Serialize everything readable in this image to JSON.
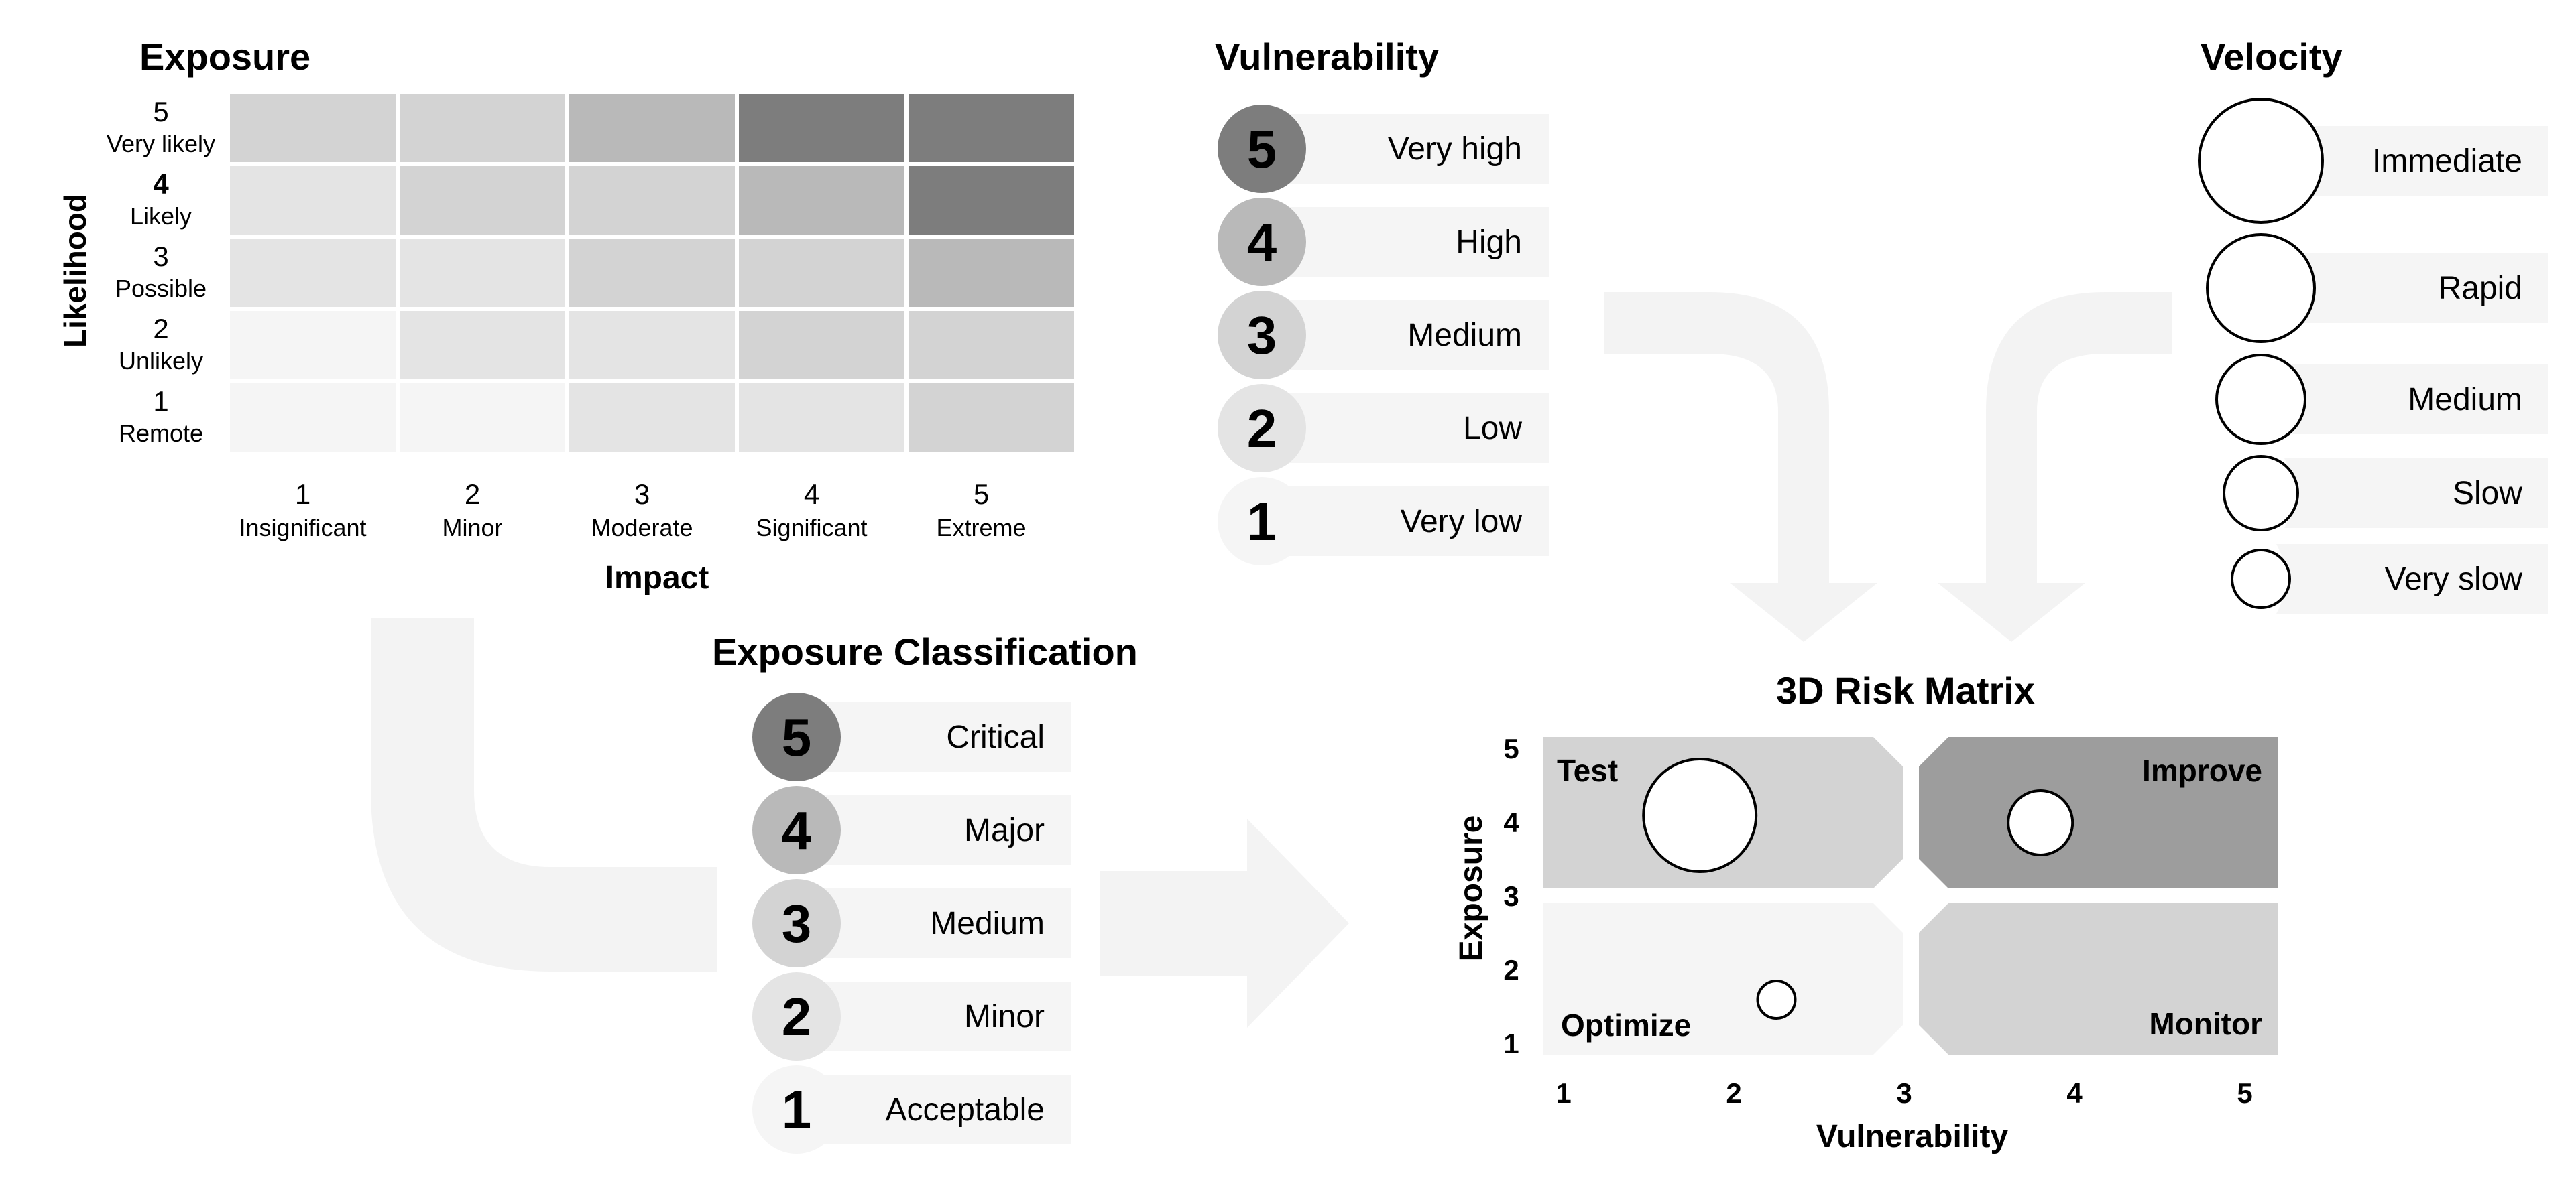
{
  "exposure": {
    "title": "Exposure",
    "ylabel": "Likelihood",
    "xlabel": "Impact",
    "rows": [
      {
        "num": "5",
        "label": "Very likely"
      },
      {
        "num": "4",
        "label": "Likely"
      },
      {
        "num": "3",
        "label": "Possible"
      },
      {
        "num": "2",
        "label": "Unlikely"
      },
      {
        "num": "1",
        "label": "Remote"
      }
    ],
    "cols": [
      {
        "num": "1",
        "label": "Insignificant"
      },
      {
        "num": "2",
        "label": "Minor"
      },
      {
        "num": "3",
        "label": "Moderate"
      },
      {
        "num": "4",
        "label": "Significant"
      },
      {
        "num": "5",
        "label": "Extreme"
      }
    ],
    "cells": [
      [
        2,
        2,
        3,
        5,
        5
      ],
      [
        1,
        2,
        2,
        3,
        5
      ],
      [
        1,
        1,
        2,
        2,
        3
      ],
      [
        0,
        1,
        1,
        2,
        2
      ],
      [
        0,
        0,
        1,
        1,
        2
      ]
    ],
    "shades": [
      "#f5f5f5",
      "#e4e4e4",
      "#d3d3d3",
      "#b9b9b9",
      "#9d9d9d",
      "#7d7d7d"
    ]
  },
  "vulnerability": {
    "title": "Vulnerability",
    "items": [
      {
        "num": "5",
        "label": "Very high"
      },
      {
        "num": "4",
        "label": "High"
      },
      {
        "num": "3",
        "label": "Medium"
      },
      {
        "num": "2",
        "label": "Low"
      },
      {
        "num": "1",
        "label": "Very low"
      }
    ]
  },
  "velocity": {
    "title": "Velocity",
    "items": [
      {
        "label": "Immediate"
      },
      {
        "label": "Rapid"
      },
      {
        "label": "Medium"
      },
      {
        "label": "Slow"
      },
      {
        "label": "Very slow"
      }
    ]
  },
  "classification": {
    "title": "Exposure Classification",
    "items": [
      {
        "num": "5",
        "label": "Critical"
      },
      {
        "num": "4",
        "label": "Major"
      },
      {
        "num": "3",
        "label": "Medium"
      },
      {
        "num": "2",
        "label": "Minor"
      },
      {
        "num": "1",
        "label": "Acceptable"
      }
    ]
  },
  "matrix": {
    "title": "3D Risk Matrix",
    "xlabel": "Vulnerability",
    "ylabel": "Exposure",
    "xticks": [
      "1",
      "2",
      "3",
      "4",
      "5"
    ],
    "yticks": [
      "5",
      "4",
      "3",
      "2",
      "1"
    ],
    "quadrants": {
      "test": "Test",
      "improve": "Improve",
      "optimize": "Optimize",
      "monitor": "Monitor"
    },
    "colors": {
      "test": "#d3d3d3",
      "improve": "#9d9d9d",
      "optimize": "#f5f5f5",
      "monitor": "#d3d3d3"
    },
    "points": [
      {
        "vulnerability": 1.8,
        "exposure": 4.1,
        "velocity": 5
      },
      {
        "vulnerability": 3.8,
        "exposure": 4.0,
        "velocity": 3
      },
      {
        "vulnerability": 2.25,
        "exposure": 1.6,
        "velocity": 1
      }
    ]
  },
  "circle_fills": [
    "#f5f5f5",
    "#e4e4e4",
    "#d3d3d3",
    "#b9b9b9",
    "#7d7d7d"
  ],
  "arrow_color": "#f3f3f3",
  "tab_color": "#f5f5f5"
}
